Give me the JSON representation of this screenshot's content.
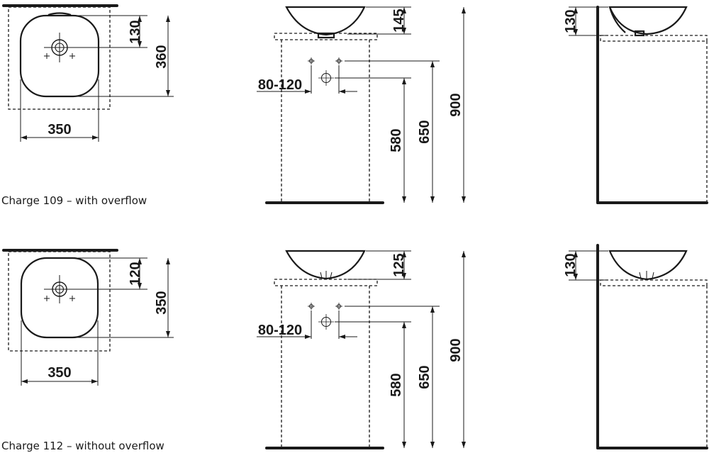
{
  "variants": [
    {
      "caption": "Charge 109 – with overflow",
      "plan": {
        "depth_top": "130",
        "depth_total": "360",
        "width": "350"
      },
      "front": {
        "bowl_height": "145",
        "spacing": "80-120",
        "h1": "580",
        "h2": "650",
        "h3": "900"
      },
      "side": {
        "bowl_height": "130"
      }
    },
    {
      "caption": "Charge 112 – without overflow",
      "plan": {
        "depth_top": "120",
        "depth_total": "350",
        "width": "350"
      },
      "front": {
        "bowl_height": "125",
        "spacing": "80-120",
        "h1": "580",
        "h2": "650",
        "h3": "900"
      },
      "side": {
        "bowl_height": "130"
      }
    }
  ]
}
